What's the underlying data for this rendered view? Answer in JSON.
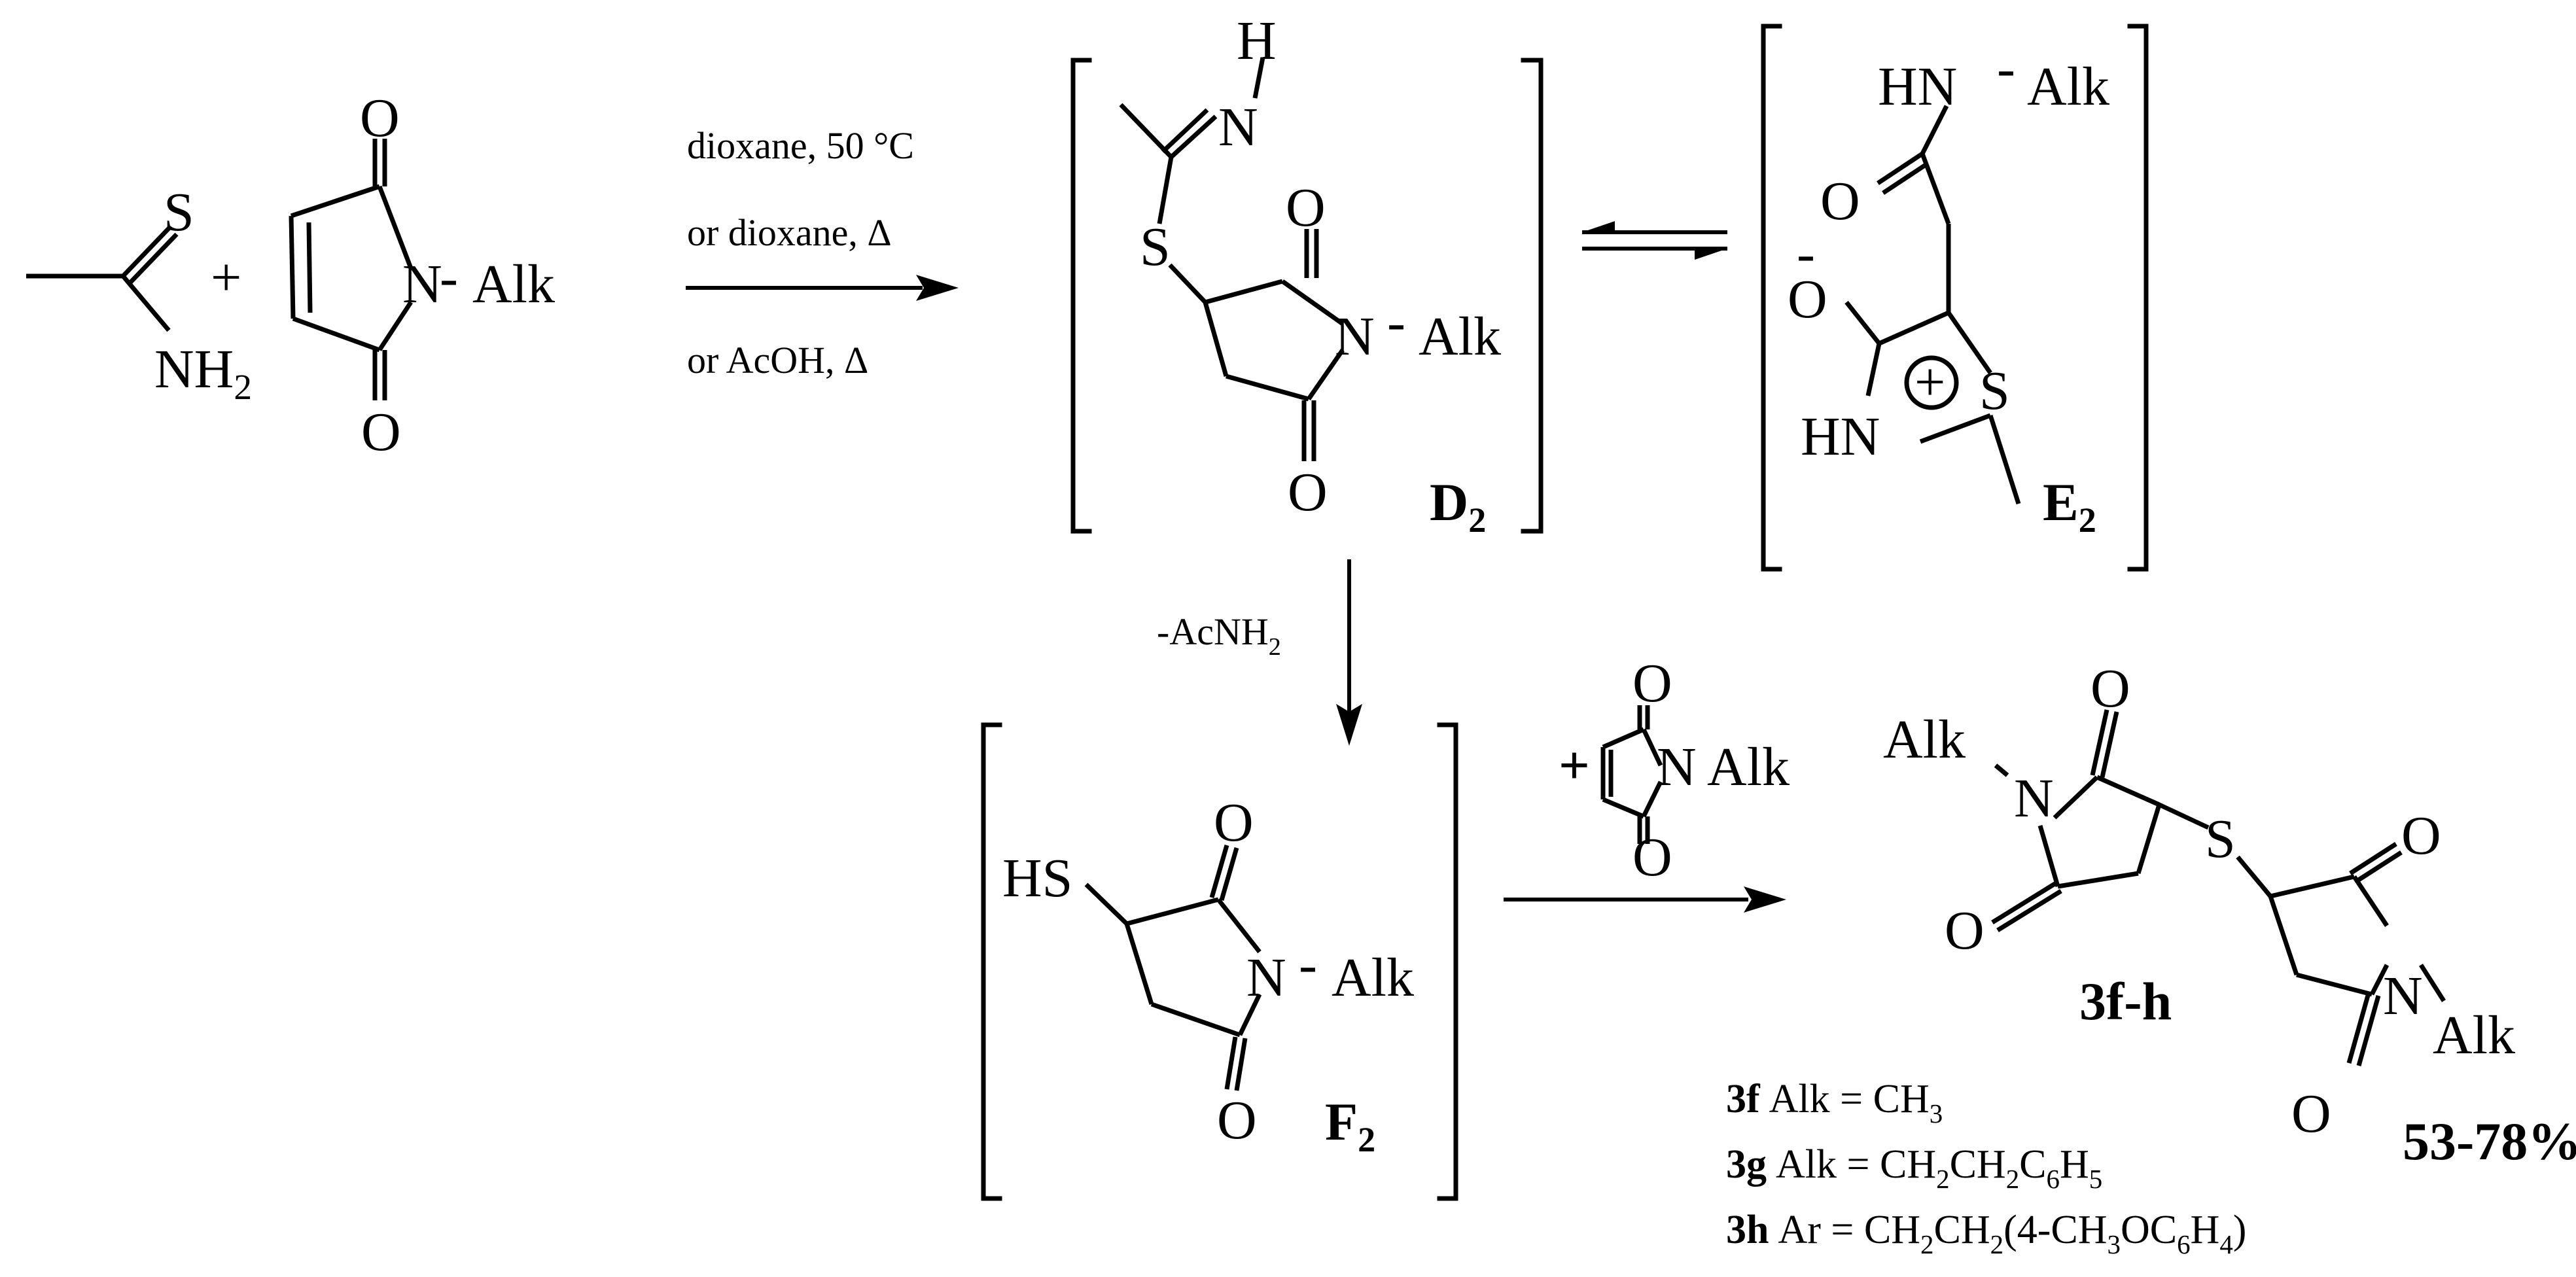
{
  "atoms": {
    "S": "S",
    "NH2": "NH",
    "O": "O",
    "N": "N",
    "Alk": "Alk",
    "H": "H",
    "HN": "HN",
    "HS": "HS",
    "Ominus": "O",
    "minus": "-",
    "plus": "+",
    "sub2": "2"
  },
  "reaction_plus": "+",
  "conditions": {
    "line1": "dioxane, 50 °C",
    "line2": "or dioxane, Δ",
    "line3": "or AcOH, Δ",
    "elimination": "-AcNH",
    "elimination_sub": "2",
    "reagent_N_Alk": "N Alk"
  },
  "labels": {
    "D2": "D",
    "D2_sub": "2",
    "E2": "E",
    "E2_sub": "2",
    "F2": "F",
    "F2_sub": "2",
    "product": "3f-h",
    "yield": "53-78%"
  },
  "substituents": [
    {
      "id": "3f",
      "prefix": "Alk = ",
      "formula": [
        [
          "CH",
          ""
        ],
        [
          "",
          "3"
        ]
      ]
    },
    {
      "id": "3g",
      "prefix": "Alk = ",
      "formula": [
        [
          "CH",
          "2"
        ],
        [
          "CH",
          "2"
        ],
        [
          "C",
          "6"
        ],
        [
          "H",
          "5"
        ]
      ]
    },
    {
      "id": "3h",
      "prefix": "Ar = ",
      "formula": [
        [
          "CH",
          "2"
        ],
        [
          "CH",
          "2"
        ],
        [
          "(4-CH",
          "3"
        ],
        [
          "OC",
          "6"
        ],
        [
          "H",
          "4"
        ],
        [
          ")",
          ""
        ]
      ]
    }
  ]
}
